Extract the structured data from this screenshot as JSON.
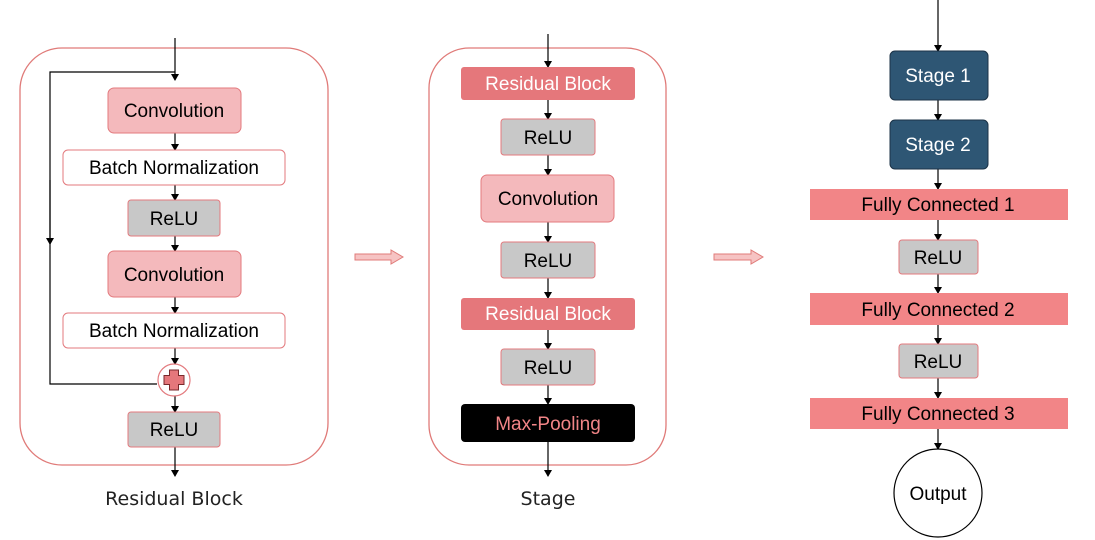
{
  "residual_block": {
    "caption": "Residual Block",
    "conv1": "Convolution",
    "bn1": "Batch Normalization",
    "relu1": "ReLU",
    "conv2": "Convolution",
    "bn2": "Batch Normalization",
    "relu_out": "ReLU"
  },
  "stage": {
    "caption": "Stage",
    "residual1": "Residual Block",
    "relu1": "ReLU",
    "conv": "Convolution",
    "relu2": "ReLU",
    "residual2": "Residual Block",
    "relu3": "ReLU",
    "maxpool": "Max-Pooling"
  },
  "network": {
    "stage1": "Stage 1",
    "stage2": "Stage 2",
    "fc1": "Fully Connected 1",
    "relu1": "ReLU",
    "fc2": "Fully Connected 2",
    "relu2": "ReLU",
    "fc3": "Fully Connected 3",
    "output": "Output"
  },
  "icons": {
    "add": "plus-icon",
    "transition": "right-arrow-icon"
  },
  "colors": {
    "conv_fill": "#f4b9bc",
    "conv_stroke": "#e37a7e",
    "residual_fill": "#e5777b",
    "fc_fill": "#f28587",
    "relu_fill": "#c8c8c8",
    "stage_fill": "#2e5674",
    "maxpool_fill": "#000000",
    "maxpool_text": "#f28587",
    "panel_stroke": "#e07b79",
    "plus_fill": "#e5777b"
  }
}
